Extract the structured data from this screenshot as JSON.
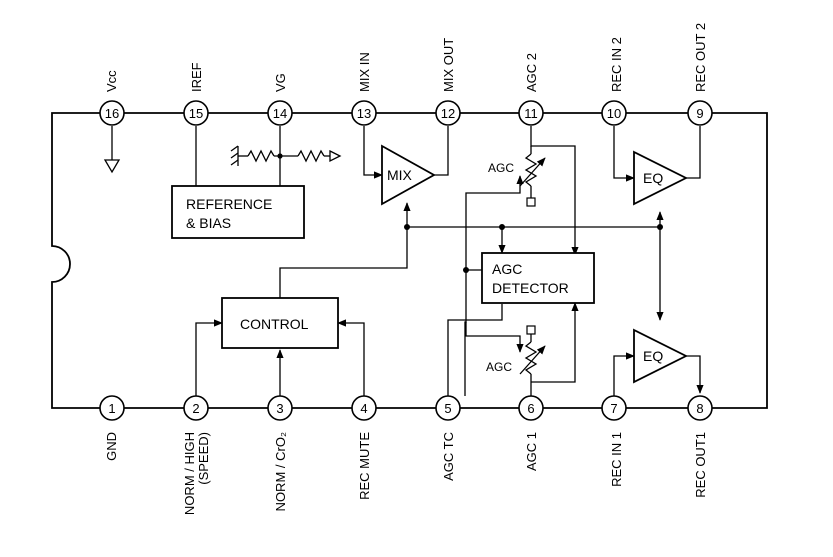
{
  "pins_top": [
    {
      "number": "16",
      "label": "Vcc"
    },
    {
      "number": "15",
      "label": "IREF"
    },
    {
      "number": "14",
      "label": "VG"
    },
    {
      "number": "13",
      "label": "MIX IN"
    },
    {
      "number": "12",
      "label": "MIX OUT"
    },
    {
      "number": "11",
      "label": "AGC 2"
    },
    {
      "number": "10",
      "label": "REC IN 2"
    },
    {
      "number": "9",
      "label": "REC OUT 2"
    }
  ],
  "pins_bottom": [
    {
      "number": "1",
      "label": "GND"
    },
    {
      "number": "2",
      "label": "NORM / HIGH",
      "sublabel": "(SPEED)"
    },
    {
      "number": "3",
      "label": "NORM / CrO₂"
    },
    {
      "number": "4",
      "label": "REC MUTE"
    },
    {
      "number": "5",
      "label": "AGC TC"
    },
    {
      "number": "6",
      "label": "AGC 1"
    },
    {
      "number": "7",
      "label": "REC IN 1"
    },
    {
      "number": "8",
      "label": "REC OUT1"
    }
  ],
  "blocks": {
    "reference_bias": {
      "line1": "REFERENCE",
      "line2": "& BIAS"
    },
    "control": "CONTROL",
    "agc_detector": {
      "line1": "AGC",
      "line2": "DETECTOR"
    },
    "mix": "MIX",
    "eq_top": "EQ",
    "eq_bottom": "EQ",
    "agc_top": "AGC",
    "agc_bottom": "AGC"
  }
}
